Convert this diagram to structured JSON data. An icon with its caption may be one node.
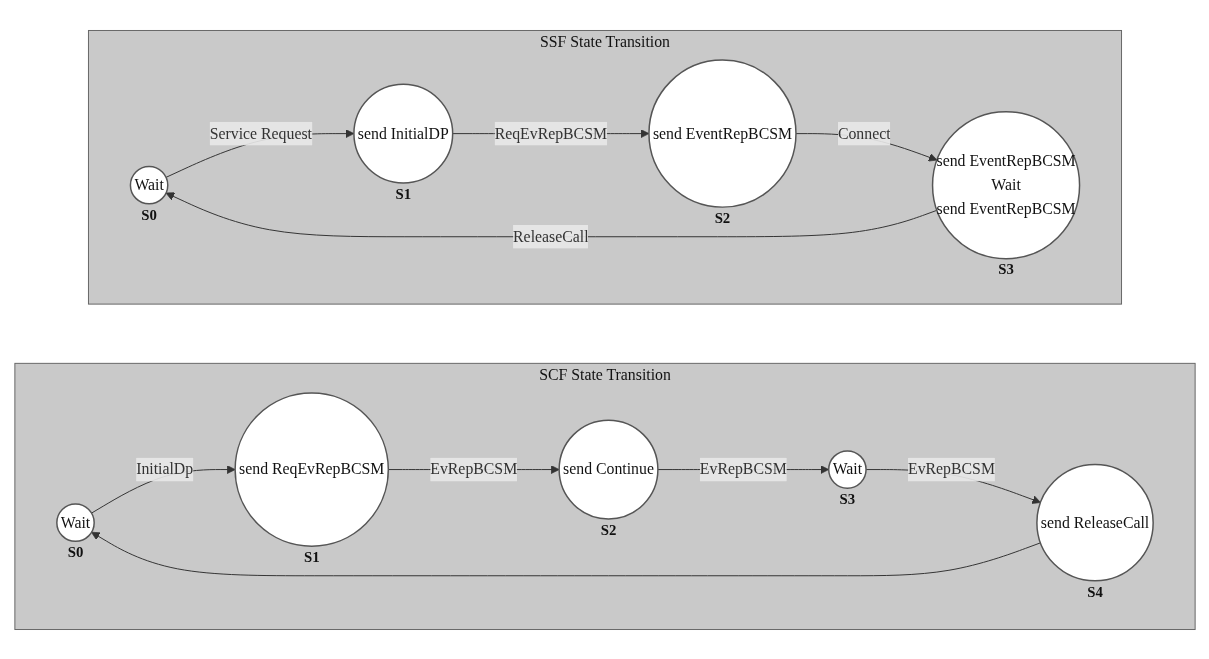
{
  "diagram": {
    "nodes": [
      {
        "text": [
          "SSF State Transition"
        ]
      },
      {
        "text": [
          "Wait"
        ],
        "in": 0,
        "beside": [
          "S0"
        ]
      },
      {
        "text": [
          "send InitialDP"
        ],
        "in": 0,
        "beside": [
          "S1"
        ]
      },
      {
        "text": [
          "send EventRepBCSM"
        ],
        "in": 0,
        "beside": [
          "S2"
        ]
      },
      {
        "text": [
          "send EventRepBCSM",
          "Wait",
          "send EventRepBCSM"
        ],
        "in": 0,
        "beside": [
          "S3"
        ]
      },
      {
        "text": [
          "SCF State Transition"
        ]
      },
      {
        "text": [
          "Wait"
        ],
        "in": 5,
        "beside": [
          "S0"
        ]
      },
      {
        "text": [
          "send ReqEvRepBCSM"
        ],
        "in": 5,
        "beside": [
          "S1"
        ]
      },
      {
        "text": [
          "send Continue"
        ],
        "in": 5,
        "beside": [
          "S2"
        ]
      },
      {
        "text": [
          "Wait"
        ],
        "in": 5,
        "beside": [
          "S3"
        ]
      },
      {
        "text": [
          "send ReleaseCall"
        ],
        "in": 5,
        "beside": [
          "S4"
        ]
      }
    ],
    "edges": [
      {
        "from": 1,
        "to": 2,
        "arrow": "to",
        "label": "Service Request"
      },
      {
        "from": 2,
        "to": 3,
        "arrow": "to",
        "label": "ReqEvRepBCSM"
      },
      {
        "from": 3,
        "to": 4,
        "arrow": "to",
        "label": "Connect"
      },
      {
        "from": 4,
        "to": 1,
        "arrow": "to",
        "label": "ReleaseCall"
      },
      {
        "from": 6,
        "to": 7,
        "arrow": "to",
        "label": "InitialDp"
      },
      {
        "from": 7,
        "to": 8,
        "arrow": "to",
        "label": "EvRepBCSM"
      },
      {
        "from": 8,
        "to": 9,
        "arrow": "to",
        "label": "EvRepBCSM"
      },
      {
        "from": 9,
        "to": 10,
        "arrow": "to",
        "label": "EvRepBCSM"
      },
      {
        "from": 10,
        "to": 6,
        "arrow": "to"
      }
    ]
  }
}
